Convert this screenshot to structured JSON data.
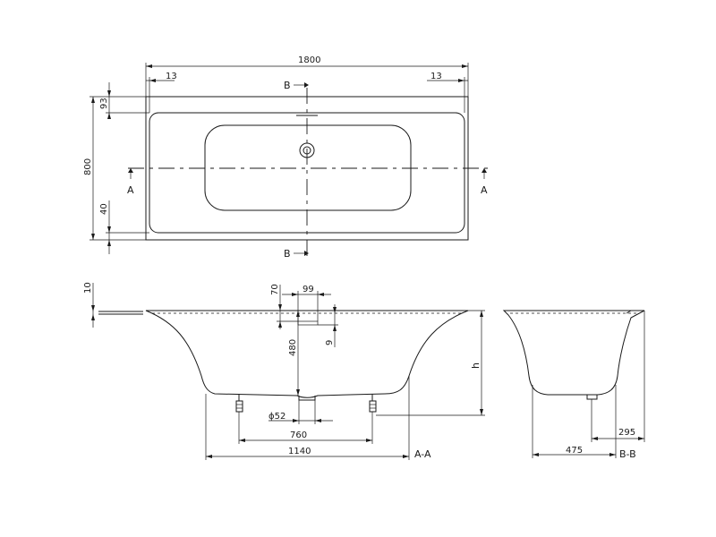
{
  "top_view": {
    "overall_length": "1800",
    "edge_left": "13",
    "edge_right": "13",
    "overall_width": "800",
    "rim_top": "93",
    "rim_bottom": "40",
    "section_b": "B",
    "section_a": "A"
  },
  "section_a_view": {
    "rim_thickness": "10",
    "overflow_offset": "70",
    "overflow_width": "99",
    "overflow_drop": "9",
    "drain_depth": "480",
    "height_label": "h",
    "drain_diameter": "ϕ52",
    "feet_spacing": "760",
    "bottom_length": "1140",
    "section_label": "A-A"
  },
  "section_b_view": {
    "bottom_width": "475",
    "drain_offset": "295",
    "section_label": "B-B"
  }
}
